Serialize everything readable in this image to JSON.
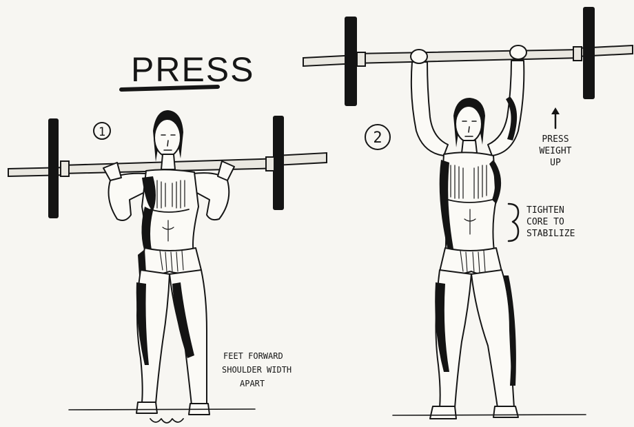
{
  "title": "PRESS",
  "steps": [
    {
      "number": "1",
      "notes": [
        "FEET FORWARD",
        "SHOULDER WIDTH",
        "APART"
      ]
    },
    {
      "number": "2",
      "notes_top": [
        "PRESS",
        "WEIGHT",
        "UP"
      ],
      "notes_core": [
        "TIGHTEN",
        "CORE TO",
        "STABILIZE"
      ]
    }
  ]
}
